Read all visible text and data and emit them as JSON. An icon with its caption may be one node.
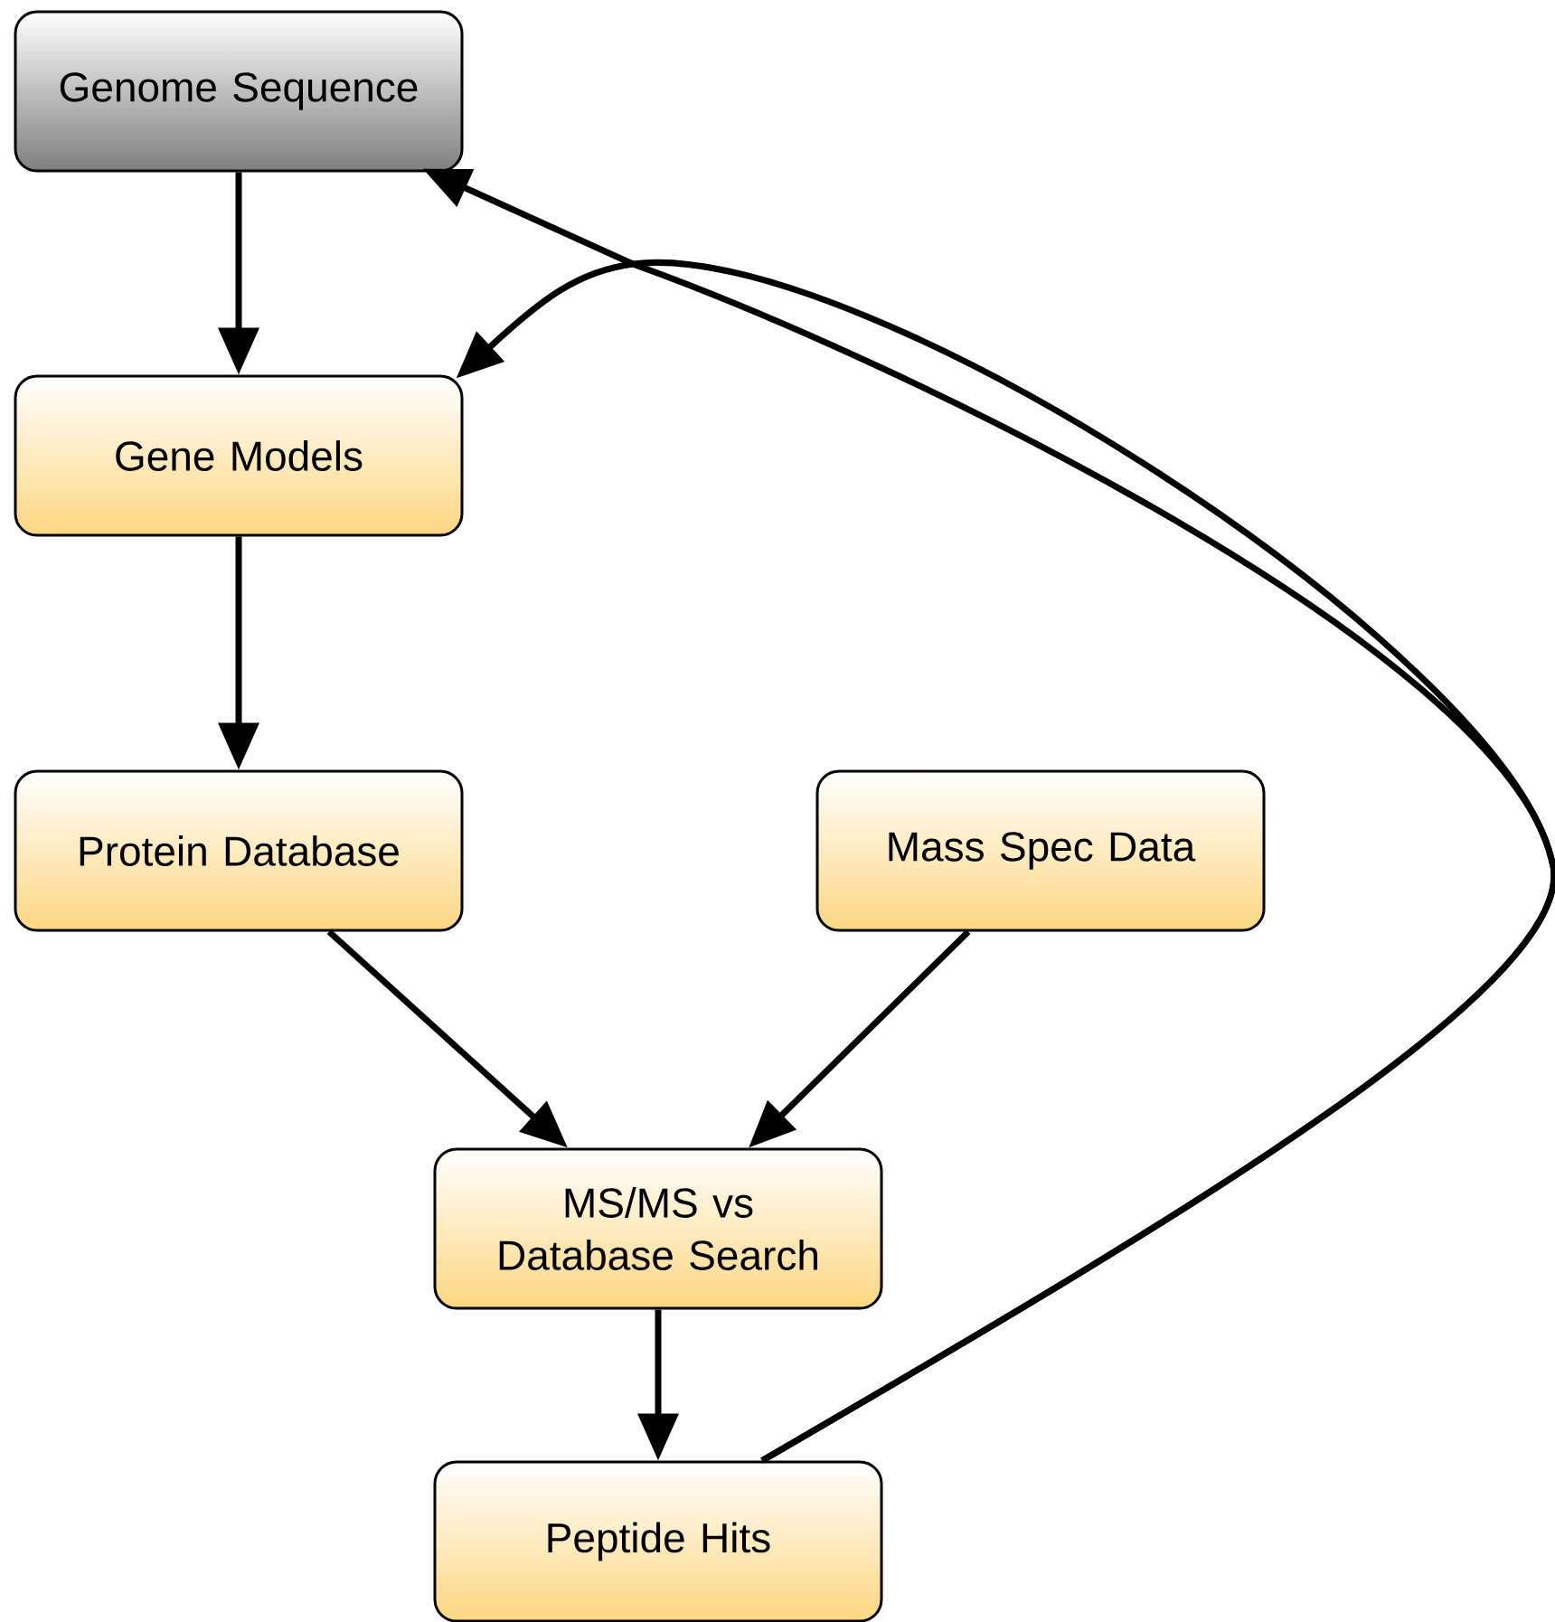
{
  "diagram": {
    "nodes": [
      {
        "text": [
          "Genome Sequence"
        ]
      },
      {
        "text": [
          "Gene Models"
        ]
      },
      {
        "text": [
          "Protein Database"
        ]
      },
      {
        "text": [
          "Mass Spec Data"
        ]
      },
      {
        "text": [
          "MS/MS vs Database Search"
        ]
      },
      {
        "text": [
          "Peptide Hits"
        ]
      }
    ],
    "edges": [
      {
        "from": 0,
        "to": 1,
        "arrow": "to"
      },
      {
        "from": 1,
        "to": 2,
        "arrow": "to"
      },
      {
        "from": 2,
        "to": 4,
        "arrow": "to"
      },
      {
        "from": 3,
        "to": 4,
        "arrow": "to"
      },
      {
        "from": 4,
        "to": 5,
        "arrow": "to"
      },
      {
        "from": 5,
        "to": 0,
        "arrow": "to"
      },
      {
        "from": 5,
        "to": 1,
        "arrow": "to"
      }
    ]
  }
}
